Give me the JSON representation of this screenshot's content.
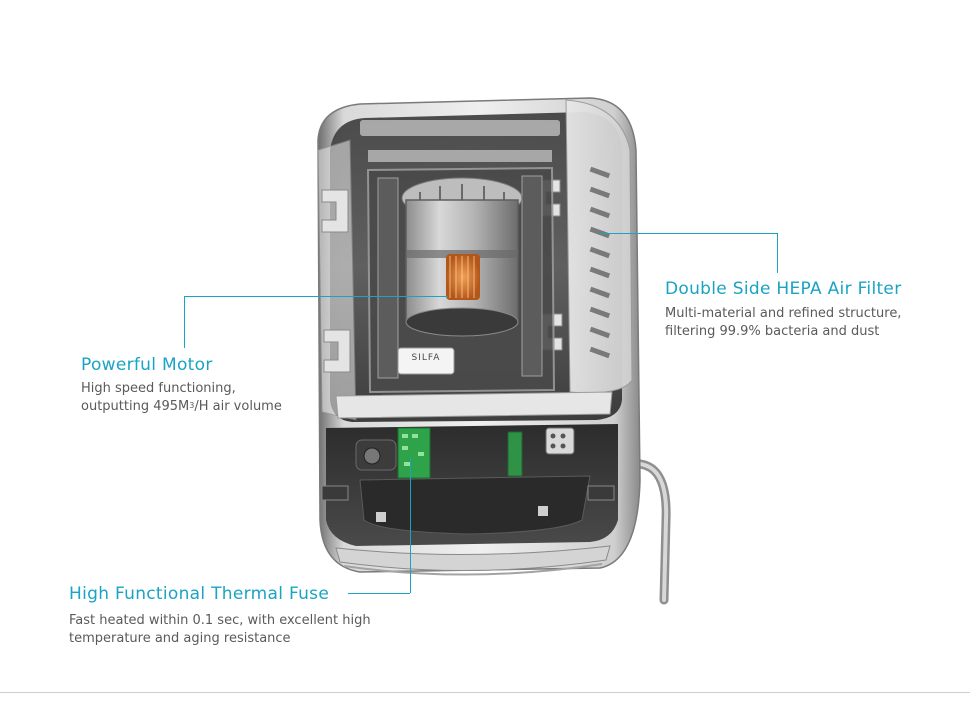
{
  "callouts": {
    "filter": {
      "title": "Double Side HEPA Air Filter",
      "lines": [
        "Multi-material and refined structure,",
        "filtering 99.9% bacteria and dust"
      ]
    },
    "motor": {
      "title": "Powerful Motor",
      "line1": "High speed functioning,",
      "line2_prefix": "outputting 495M",
      "line2_sup": "3",
      "line2_suffix": "/H air volume"
    },
    "fuse": {
      "title": "High Functional Thermal Fuse",
      "lines": [
        "Fast heated within 0.1 sec, with excellent high",
        "temperature and aging resistance"
      ]
    }
  },
  "device": {
    "label_plate": "SILFA"
  },
  "colors": {
    "accent": "#1aa3c2",
    "body_text": "#5a5a5a",
    "motor_coil": "#e07a2a",
    "circuit_board": "#2fa34a"
  }
}
